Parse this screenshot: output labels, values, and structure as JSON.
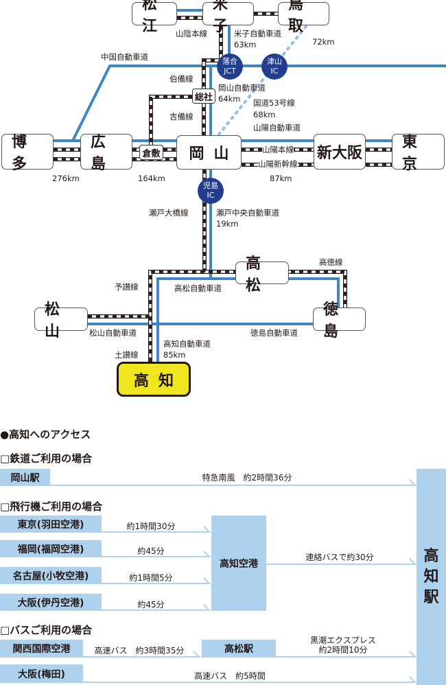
{
  "map": {
    "stations": {
      "matsue": "松江",
      "yonago": "米子",
      "tottori": "鳥取",
      "hakata": "博多",
      "hiroshima": "広島",
      "kurashiki": "倉敷",
      "okayama": "岡山",
      "shinosaka": "新大阪",
      "tokyo": "東京",
      "soja": "総社",
      "takamatsu": "高松",
      "matsuyama": "松山",
      "tokushima": "徳島",
      "kochi": "高知"
    },
    "interchanges": {
      "ochiai": [
        "落合",
        "JCT"
      ],
      "tsuyama": [
        "津山",
        "IC"
      ],
      "kojima": [
        "児島",
        "IC"
      ]
    },
    "labels": {
      "san_in_line": "山陰本線",
      "yonago_expwy": "米子自動車道",
      "yonago_km": "63km",
      "tottori_km": "72km",
      "chugoku_expwy": "中国自動車道",
      "hakubi_line": "伯備線",
      "okayama_expwy": "岡山自動車道",
      "okayama_km": "64km",
      "route53": "国道53号線",
      "route53_km": "68km",
      "kibi_line": "吉備線",
      "sanyo_expwy": "山陽自動車道",
      "sanyo_line": "山陽本線",
      "sanyo_shinkansen": "山陽新幹線",
      "hakata_km": "276km",
      "hiroshima_km": "164km",
      "osaka_km": "87km",
      "seto_ohashi_line": "瀬戸大橋線",
      "seto_chuo_expwy": "瀬戸中央自動車道",
      "seto_km": "19km",
      "kotoku_line": "高徳線",
      "yosan_line": "予讃線",
      "takamatsu_expwy": "高松自動車道",
      "matsuyama_expwy": "松山自動車道",
      "tokushima_expwy": "徳島自動車道",
      "kochi_expwy": "高知自動車道",
      "kochi_km": "85km",
      "dosan_line": "土讃線"
    },
    "colors": {
      "expressway": "#3f86c6",
      "national_road": "#8fc1e8",
      "ic": "#233e8f",
      "kochi": "#f0e521",
      "box": "#aed1ee"
    }
  },
  "access": {
    "title": "●高知へのアクセス",
    "destination": "高知駅",
    "rail": {
      "heading": "□鉄道ご利用の場合",
      "from": "岡山駅",
      "route": "特急南風　約2時間36分"
    },
    "air": {
      "heading": "□飛行機ご利用の場合",
      "rows": [
        {
          "from": "東京(羽田空港)",
          "time": "約1時間30分"
        },
        {
          "from": "福岡(福岡空港)",
          "time": "約45分"
        },
        {
          "from": "名古屋(小牧空港)",
          "time": "約1時間5分"
        },
        {
          "from": "大阪(伊丹空港)",
          "time": "約45分"
        }
      ],
      "airport": "高知空港",
      "transfer": "連絡バスで約30分"
    },
    "bus": {
      "heading": "□バスご利用の場合",
      "kansai": {
        "from": "関西国際空港",
        "route": "高速バス　約3時間35分",
        "via": "高松駅",
        "next_line1": "黒潮エクスプレス",
        "next_line2": "約2時間10分"
      },
      "umeda": {
        "from": "大阪(梅田)",
        "route": "高速バス　約5時間"
      }
    }
  }
}
